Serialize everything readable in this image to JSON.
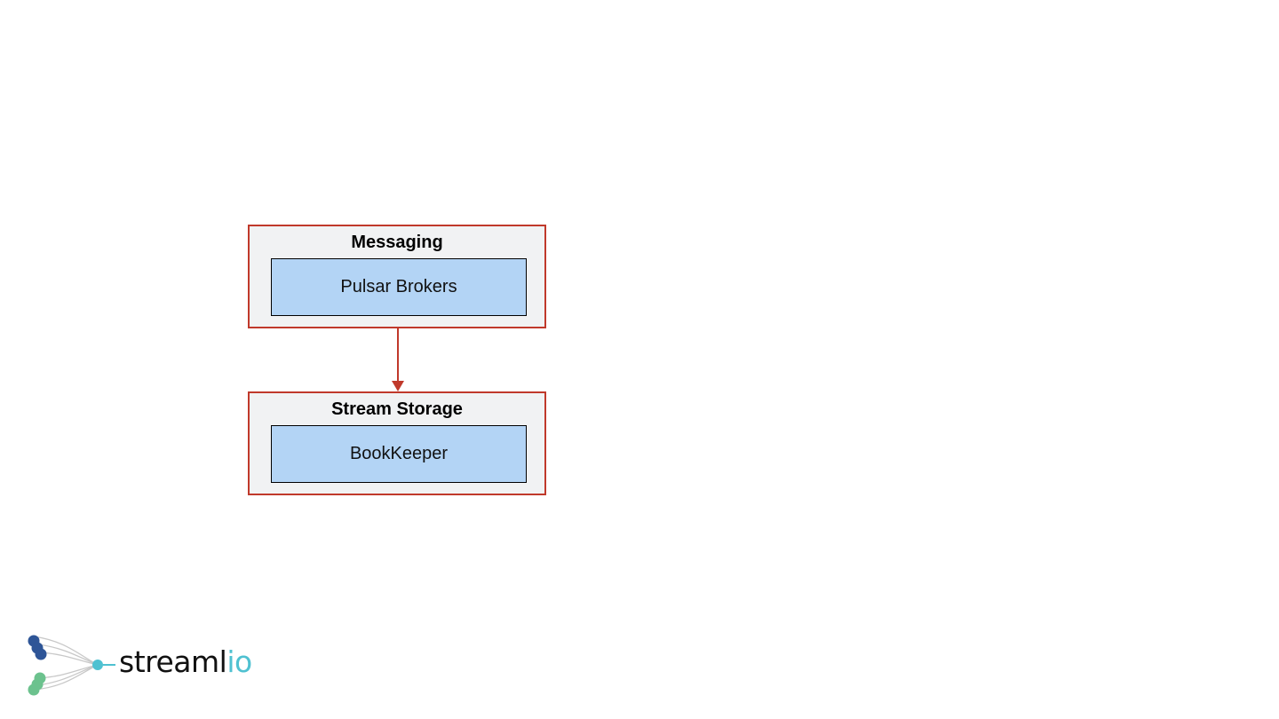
{
  "diagram": {
    "layers": [
      {
        "title": "Messaging",
        "component": "Pulsar Brokers"
      },
      {
        "title": "Stream Storage",
        "component": "BookKeeper"
      }
    ],
    "colors": {
      "layer_border": "#c0392b",
      "layer_fill": "#f1f2f3",
      "component_fill": "#b3d4f5",
      "arrow": "#c0392b"
    }
  },
  "logo": {
    "text_main": "streaml",
    "text_accent": "io",
    "accent_color": "#4fc1d1"
  }
}
